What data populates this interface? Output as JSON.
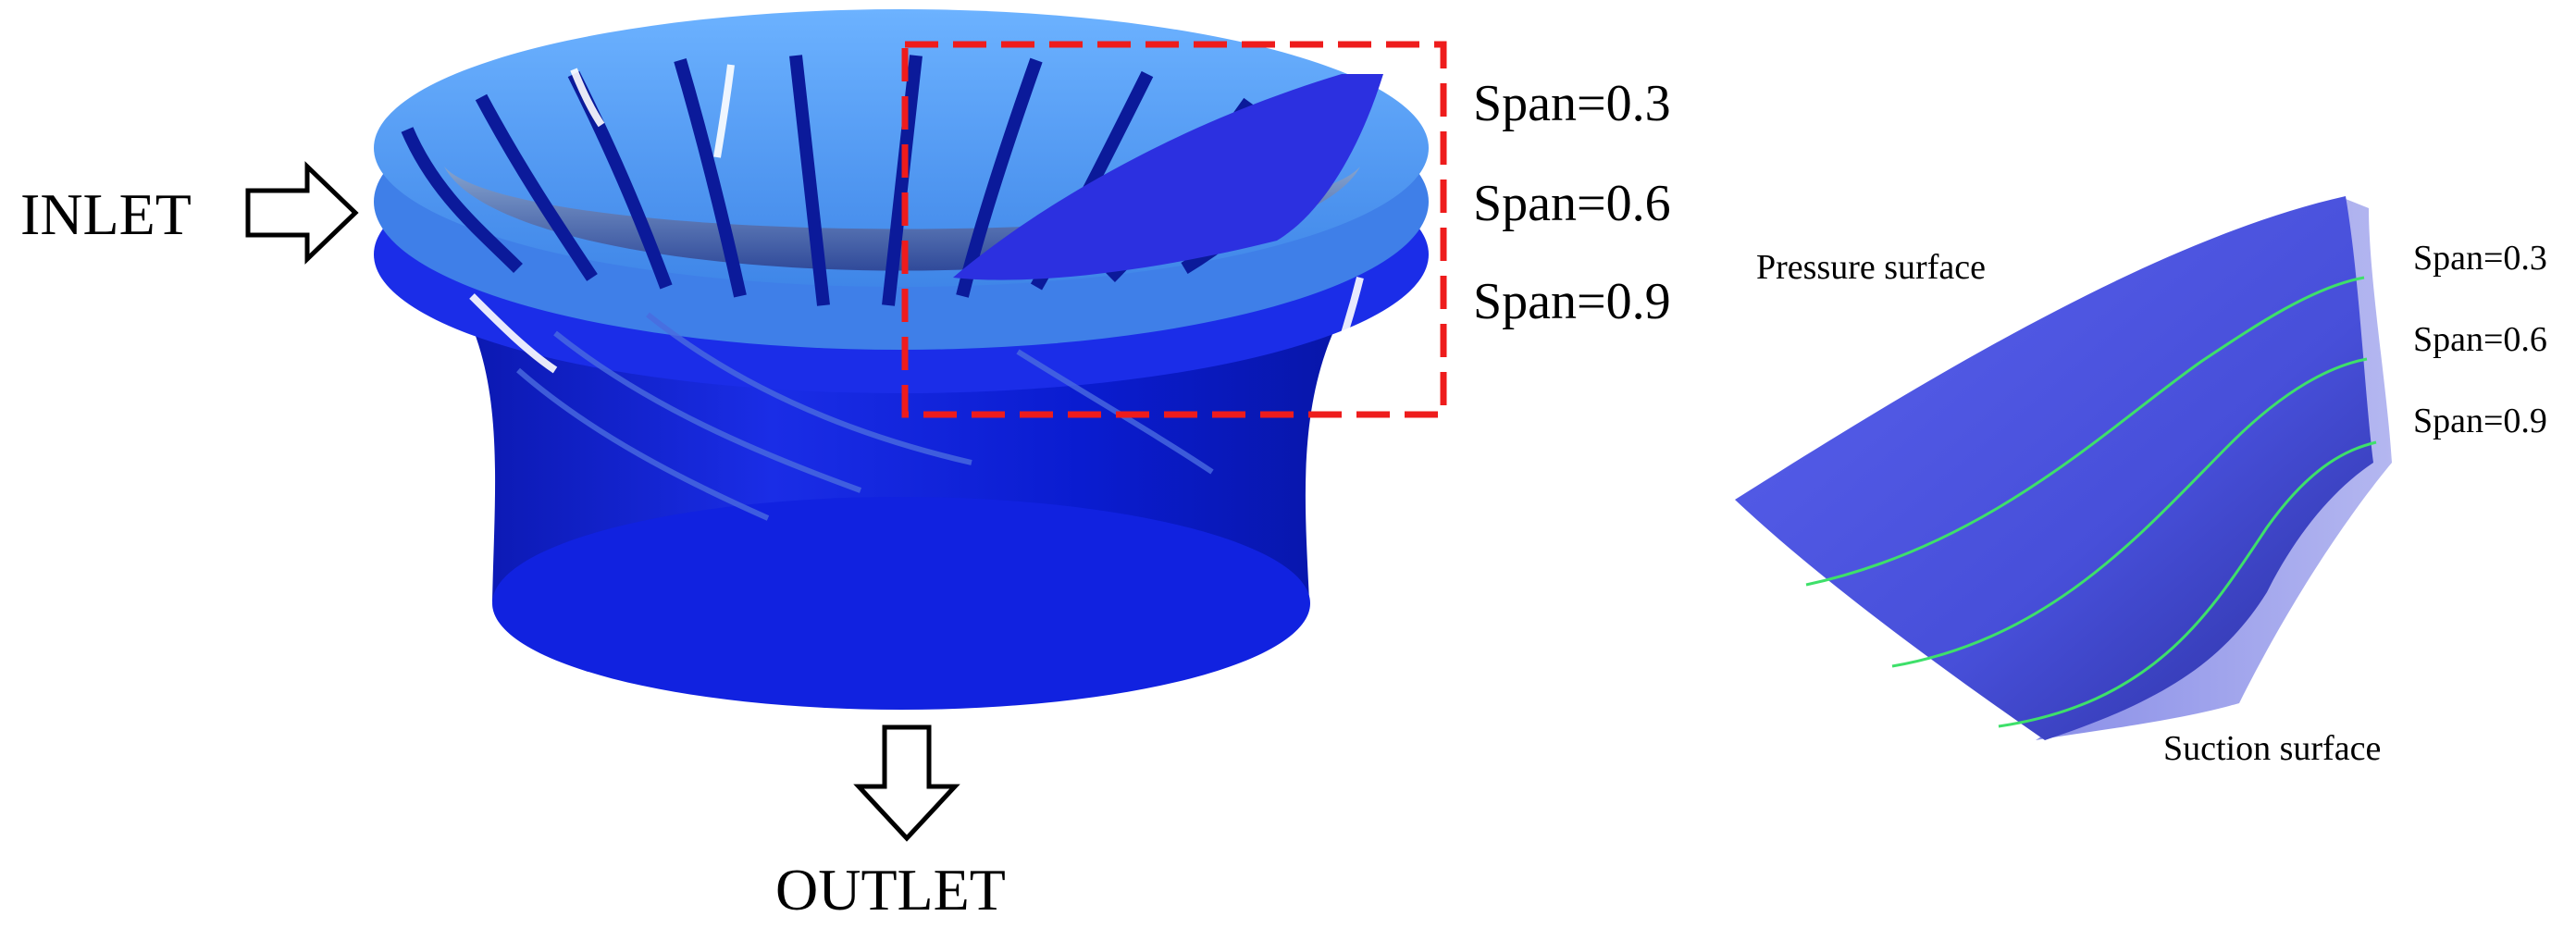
{
  "runner_figure": {
    "inlet_label": "INLET",
    "outlet_label": "OUTLET",
    "span_labels": [
      "Span=0.3",
      "Span=0.6",
      "Span=0.9"
    ]
  },
  "blade_figure": {
    "pressure_surface_label": "Pressure surface",
    "suction_surface_label": "Suction surface",
    "span_labels": [
      "Span=0.3",
      "Span=0.6",
      "Span=0.9"
    ]
  },
  "colors": {
    "runner_dark": "#0f1fd8",
    "runner_light": "#5aa2f5",
    "blade_face": "#4d55e6",
    "span_line": "#3ee06a",
    "highlight_box": "#ee1c1c"
  }
}
